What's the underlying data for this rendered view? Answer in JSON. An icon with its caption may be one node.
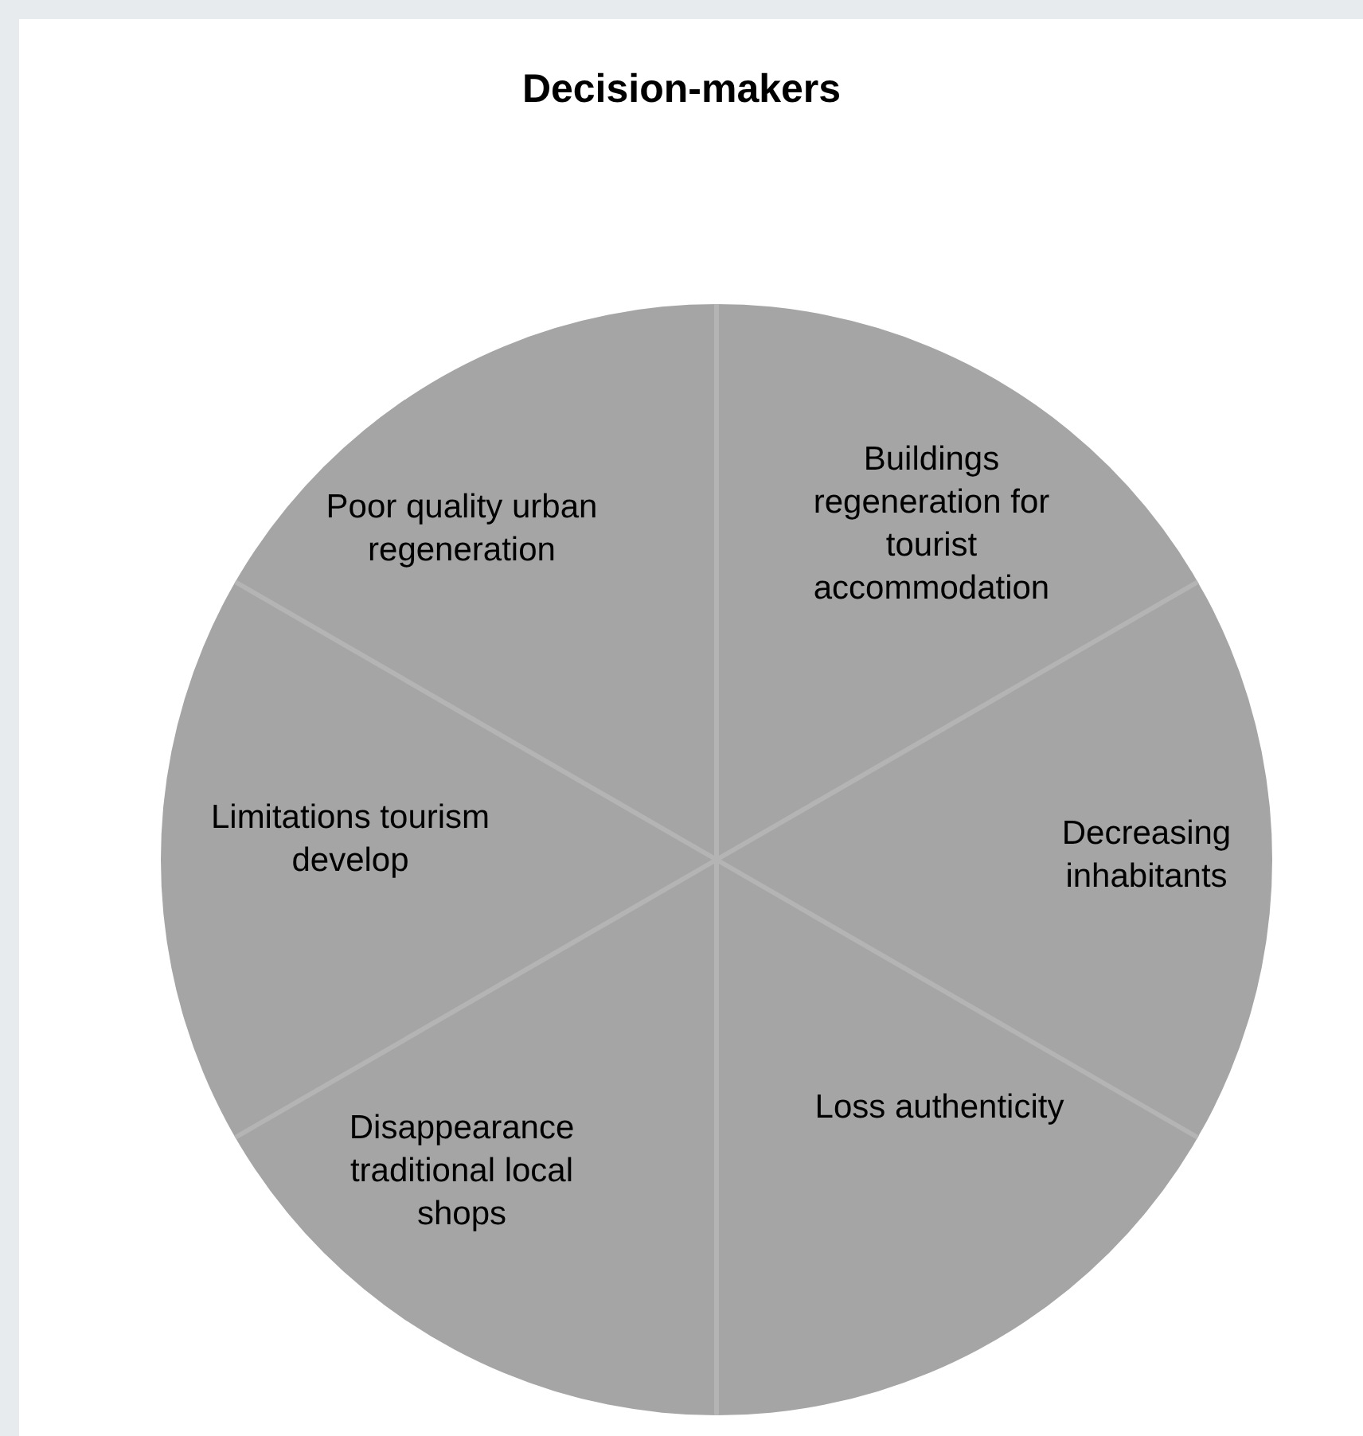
{
  "diagram": {
    "title": "Decision-makers",
    "nodes": [
      {
        "text": [],
        "shape": "circle"
      },
      {
        "text": [
          "Poor quality urban regeneration"
        ],
        "in": 0
      },
      {
        "text": [
          "Buildings regeneration for tourist accommodation"
        ],
        "in": 0
      },
      {
        "text": [
          "Limitations tourism develop"
        ],
        "in": 0
      },
      {
        "text": [
          "Decreasing inhabitants"
        ],
        "in": 0
      },
      {
        "text": [
          "Disappearance traditional local shops"
        ],
        "in": 0
      },
      {
        "text": [
          "Loss authenticity"
        ],
        "in": 0
      }
    ]
  }
}
